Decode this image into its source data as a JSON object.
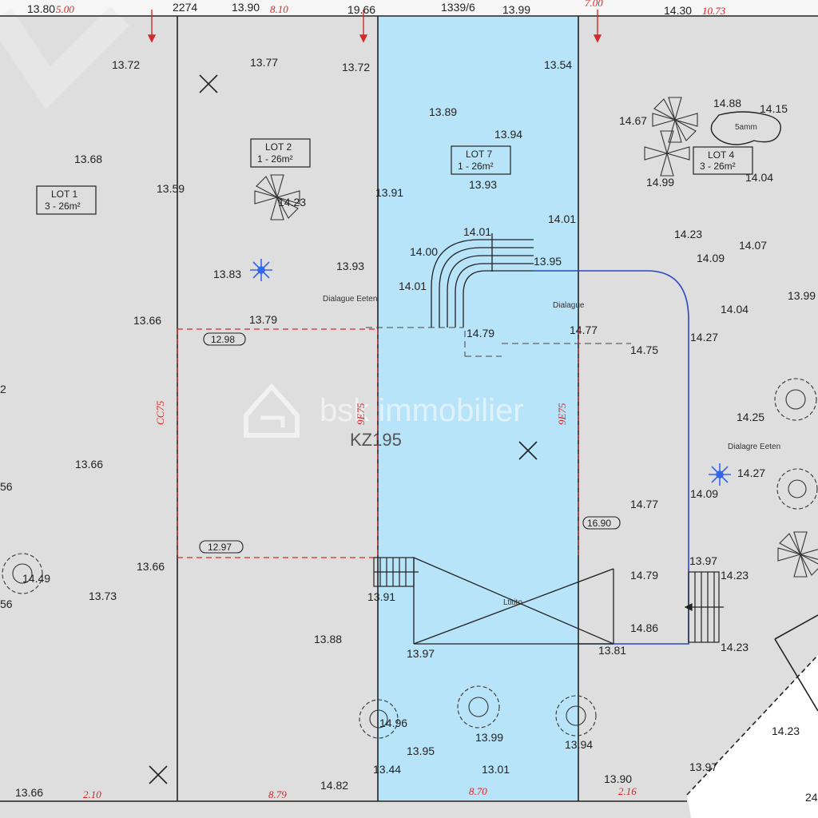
{
  "plot": {
    "reference": "KZ195",
    "watermark": "bsk immobilier",
    "colors": {
      "background": "#dedede",
      "highlight_lot": "#b8e4f9",
      "driveway": "#2a46c8",
      "boundary": "#d22b2b",
      "plant": "#3366ee"
    }
  },
  "lots": [
    {
      "title": "LOT 1",
      "area": "3 - 26m²"
    },
    {
      "title": "LOT 2",
      "area": "1 - 26m²"
    },
    {
      "title": "LOT 7",
      "area": "1 - 26m²"
    },
    {
      "title": "LOT 4",
      "area": "3 - 26m²"
    }
  ],
  "labels": {
    "diag_1": "Dialague Eeten",
    "diag_2": "Dialague",
    "diag_3": "Dialagre Eeten",
    "pool": "5amm",
    "garage": "Ltitito"
  },
  "markers": [
    "12.98",
    "12.97",
    "16.90"
  ],
  "top_strip": [
    "13.80",
    "5.00",
    "2274",
    "13.90",
    "8.10",
    "19.66",
    "1339/6",
    "13.99",
    "7.00",
    "14.30",
    "10.73"
  ],
  "red_dims": [
    "2.10",
    "8.79",
    "8.70",
    "2.16",
    "CC75",
    "9E75",
    "9E75"
  ],
  "elevations": [
    "13.72",
    "13.77",
    "13.72",
    "13.54",
    "13.89",
    "13.94",
    "14.67",
    "14.88",
    "14.15",
    "13.68",
    "13.59",
    "14.23",
    "13.91",
    "13.93",
    "14.99",
    "14.04",
    "14.01",
    "14.01",
    "14.23",
    "14.00",
    "14.07",
    "13.83",
    "13.93",
    "14.01",
    "13.95",
    "14.09",
    "13.99",
    "13.66",
    "13.79",
    "14.79",
    "14.77",
    "14.04",
    "14.75",
    "14.27",
    "2",
    "14.25",
    "13.66",
    "56",
    "14.77",
    "14.09",
    "14.27",
    "13.66",
    "14.49",
    "13.97",
    "14.23",
    "13.73",
    "56",
    "13.91",
    "14.79",
    "13.88",
    "13.97",
    "13.81",
    "14.86",
    "14.23",
    "14.96",
    "14.23",
    "13.99",
    "13.95",
    "13.94",
    "13.97",
    "13.44",
    "13.01",
    "13.66",
    "14.82",
    "13.90",
    "24"
  ]
}
